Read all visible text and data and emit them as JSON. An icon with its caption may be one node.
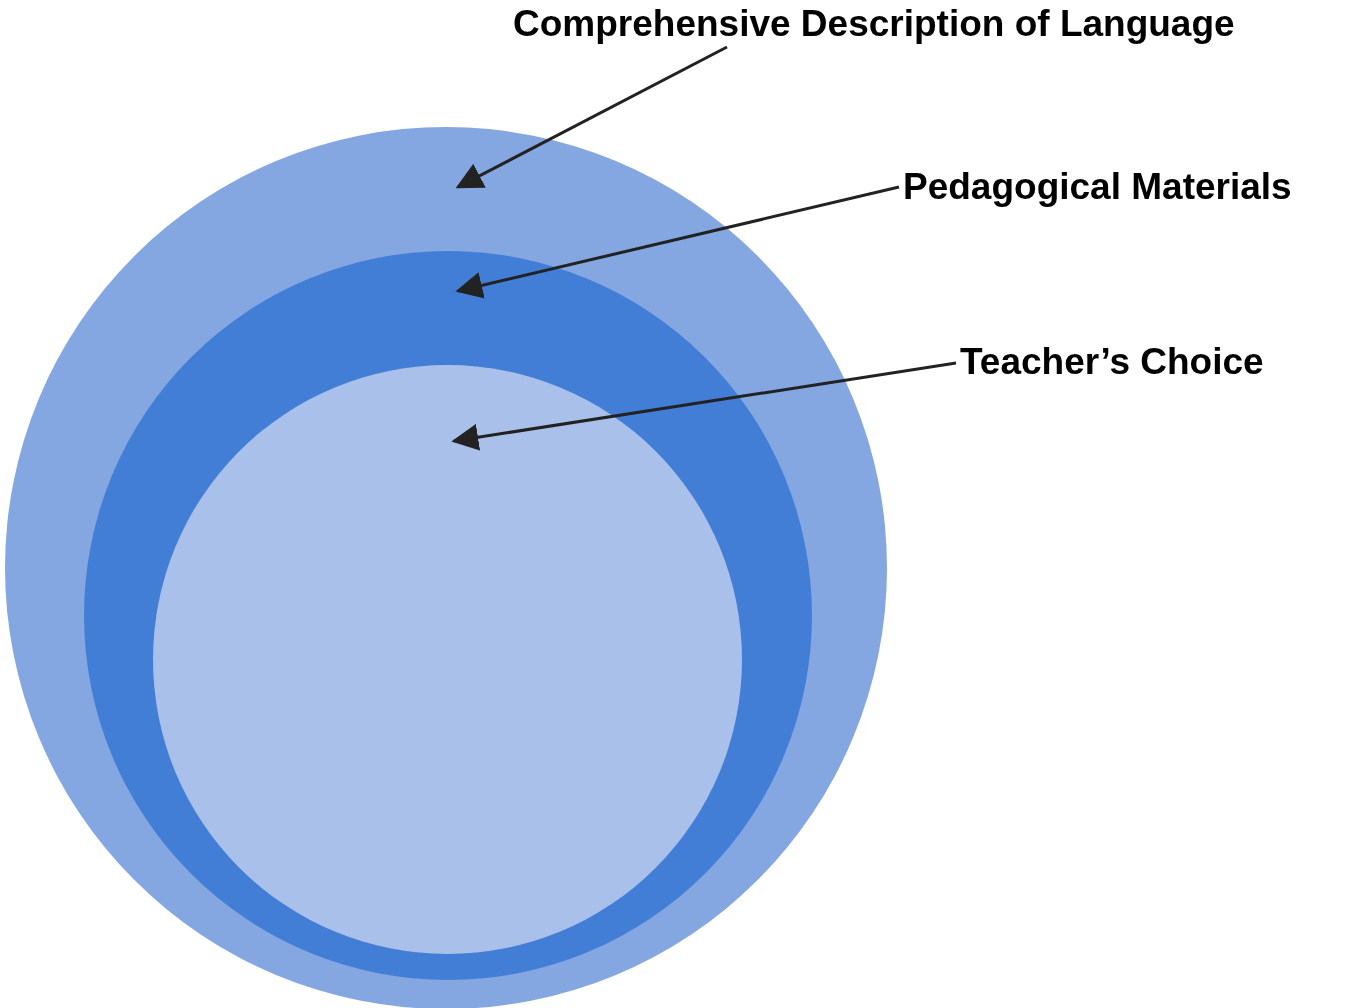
{
  "diagram": {
    "nodes": [
      {
        "text": [],
        "shape": "circle"
      },
      {
        "text": [],
        "shape": "circle",
        "in": 0
      },
      {
        "text": [],
        "shape": "circle",
        "in": 1
      },
      {
        "text": [
          "Comprehensive Description of Language"
        ]
      },
      {
        "text": [
          "Pedagogical Materials"
        ]
      },
      {
        "text": [
          "Teacher’s Choice"
        ]
      }
    ],
    "edges": [
      {
        "from": 3,
        "to": 0,
        "arrow": "to"
      },
      {
        "from": 4,
        "to": 1,
        "arrow": "to"
      },
      {
        "from": 5,
        "to": 2,
        "arrow": "to"
      }
    ]
  }
}
